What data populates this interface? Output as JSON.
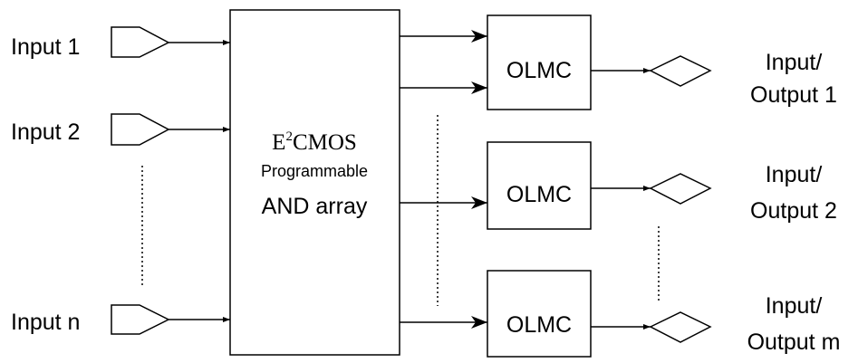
{
  "inputs": {
    "input1": "Input 1",
    "input2": "Input 2",
    "inputn": "Input n"
  },
  "array": {
    "line1_base": "E",
    "line1_sup": "2",
    "line1_rest": "CMOS",
    "line2": "Programmable",
    "line3": "AND array"
  },
  "olmc": {
    "block1": "OLMC",
    "block2": "OLMC",
    "block3": "OLMC"
  },
  "outputs": {
    "out1_line1": "Input/",
    "out1_line2": "Output 1",
    "out2_line1": "Input/",
    "out2_line2": "Output 2",
    "outm_line1": "Input/",
    "outm_line2": "Output m"
  },
  "colors": {
    "stroke": "#000000",
    "background": "#ffffff"
  }
}
